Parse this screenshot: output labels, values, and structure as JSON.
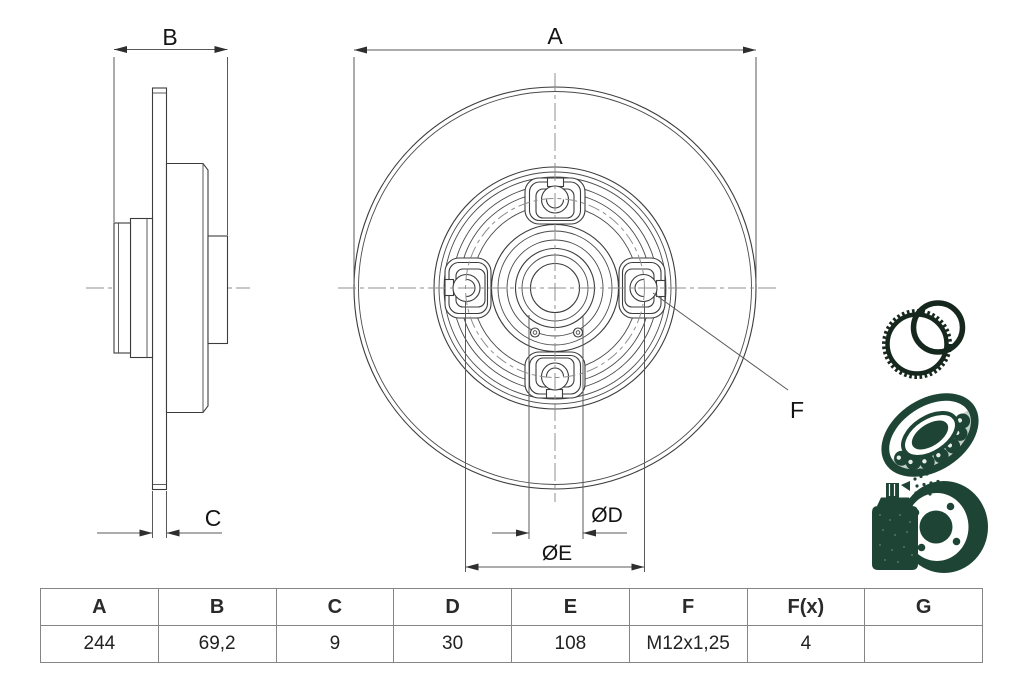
{
  "drawing": {
    "labels": {
      "a": "A",
      "b": "B",
      "c": "C",
      "f": "F",
      "d_dia": "ØD",
      "e_dia": "ØE"
    },
    "views": {
      "side": "brake-disc-side-section",
      "front": "brake-disc-front-view"
    }
  },
  "icons": {
    "top": "abs-sensor-ring-icon",
    "middle": "wheel-bearing-icon",
    "bottom": "spray-coated-hub-icon"
  },
  "colors": {
    "icon_green": "#1d4434",
    "line_dark": "#3c3c3c",
    "centerline_gray": "#8f8f8f"
  },
  "table": {
    "headers": [
      "A",
      "B",
      "C",
      "D",
      "E",
      "F",
      "F(x)",
      "G"
    ],
    "values": [
      "244",
      "69,2",
      "9",
      "30",
      "108",
      "M12x1,25",
      "4",
      ""
    ]
  }
}
